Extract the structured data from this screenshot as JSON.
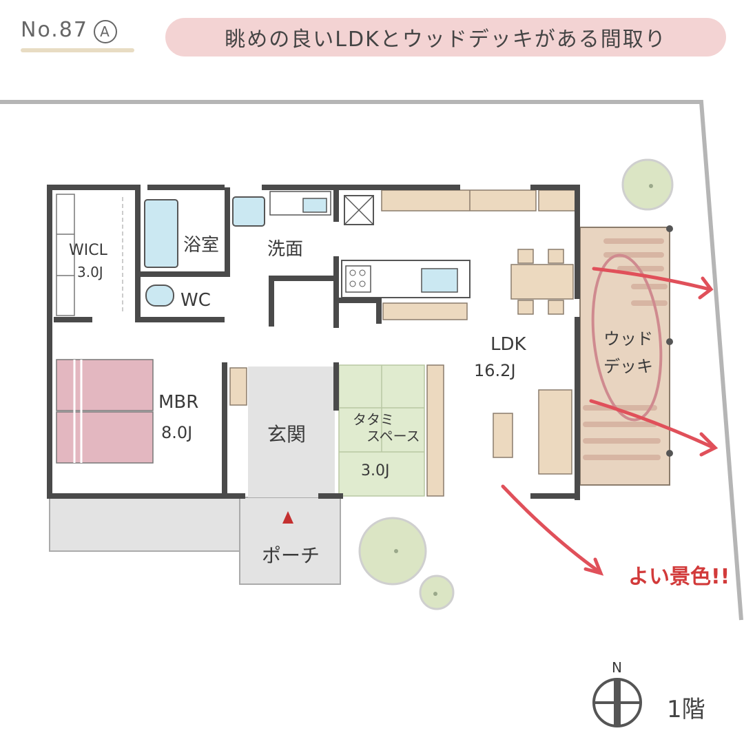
{
  "header": {
    "plan_number": "No.87",
    "variant": "A",
    "title": "眺めの良いLDKとウッドデッキがある間取り"
  },
  "rooms": {
    "wicl": {
      "name": "WICL",
      "size": "3.0J"
    },
    "bath": {
      "name": "浴室"
    },
    "washroom": {
      "name": "洗面"
    },
    "wc": {
      "name": "WC"
    },
    "mbr": {
      "name": "MBR",
      "size": "8.0J"
    },
    "entrance": {
      "name": "玄関"
    },
    "tatami": {
      "name": "タタミスペース",
      "name_line1": "タタミ",
      "name_line2": "スペース",
      "size": "3.0J"
    },
    "ldk": {
      "name": "LDK",
      "size": "16.2J"
    },
    "deck": {
      "name": "ウッドデッキ",
      "name_line1": "ウッド",
      "name_line2": "デッキ"
    },
    "porch": {
      "name": "ポーチ"
    }
  },
  "annotations": {
    "view": "よい景色!!",
    "floor": "1階",
    "compass_north": "N"
  },
  "colors": {
    "wall": "#4a4a4a",
    "bed": "#e3b7c0",
    "tatami": "#e0ebcf",
    "deck": "#e8d4c0",
    "cabinet": "#ecd9bf",
    "water": "#cbe8f2",
    "entrance": "#e3e3e3",
    "tree": "#dbe5c4",
    "arrow": "#e0505a",
    "title_bg": "#f3d3d3"
  }
}
